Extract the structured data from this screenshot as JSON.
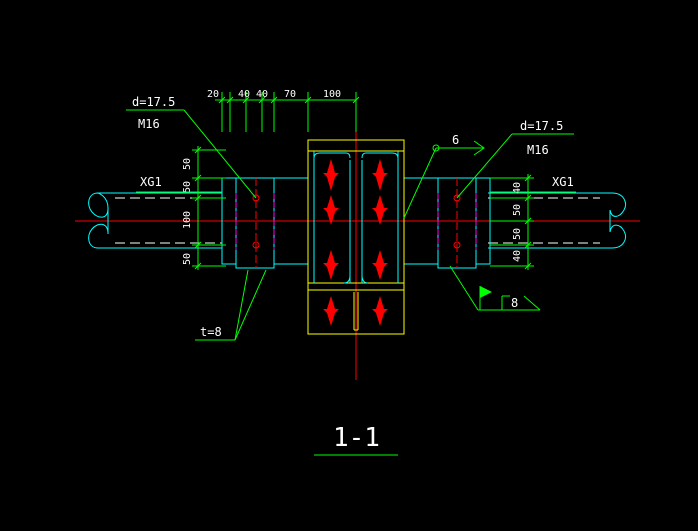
{
  "drawing": {
    "section_title": "1-1",
    "colors": {
      "background": "#000000",
      "white": "#ffffff",
      "cyan": "#00ffff",
      "green": "#00ff00",
      "yellow": "#ffff00",
      "red": "#ff0000",
      "magenta": "#ff00ff"
    },
    "top_dims": [
      "20",
      "40",
      "40",
      "70",
      "100"
    ],
    "left_dims": [
      "50",
      "50",
      "100",
      "50"
    ],
    "right_dims": [
      "40",
      "50",
      "50",
      "40"
    ],
    "left_callout": {
      "hole": "d=17.5",
      "bolt": "M16",
      "member": "XG1"
    },
    "right_callout": {
      "hole": "d=17.5",
      "bolt": "M16",
      "member": "XG1"
    },
    "plate_thickness": "t=8",
    "weld_size_top": "6",
    "weld_size_bottom": "8"
  }
}
